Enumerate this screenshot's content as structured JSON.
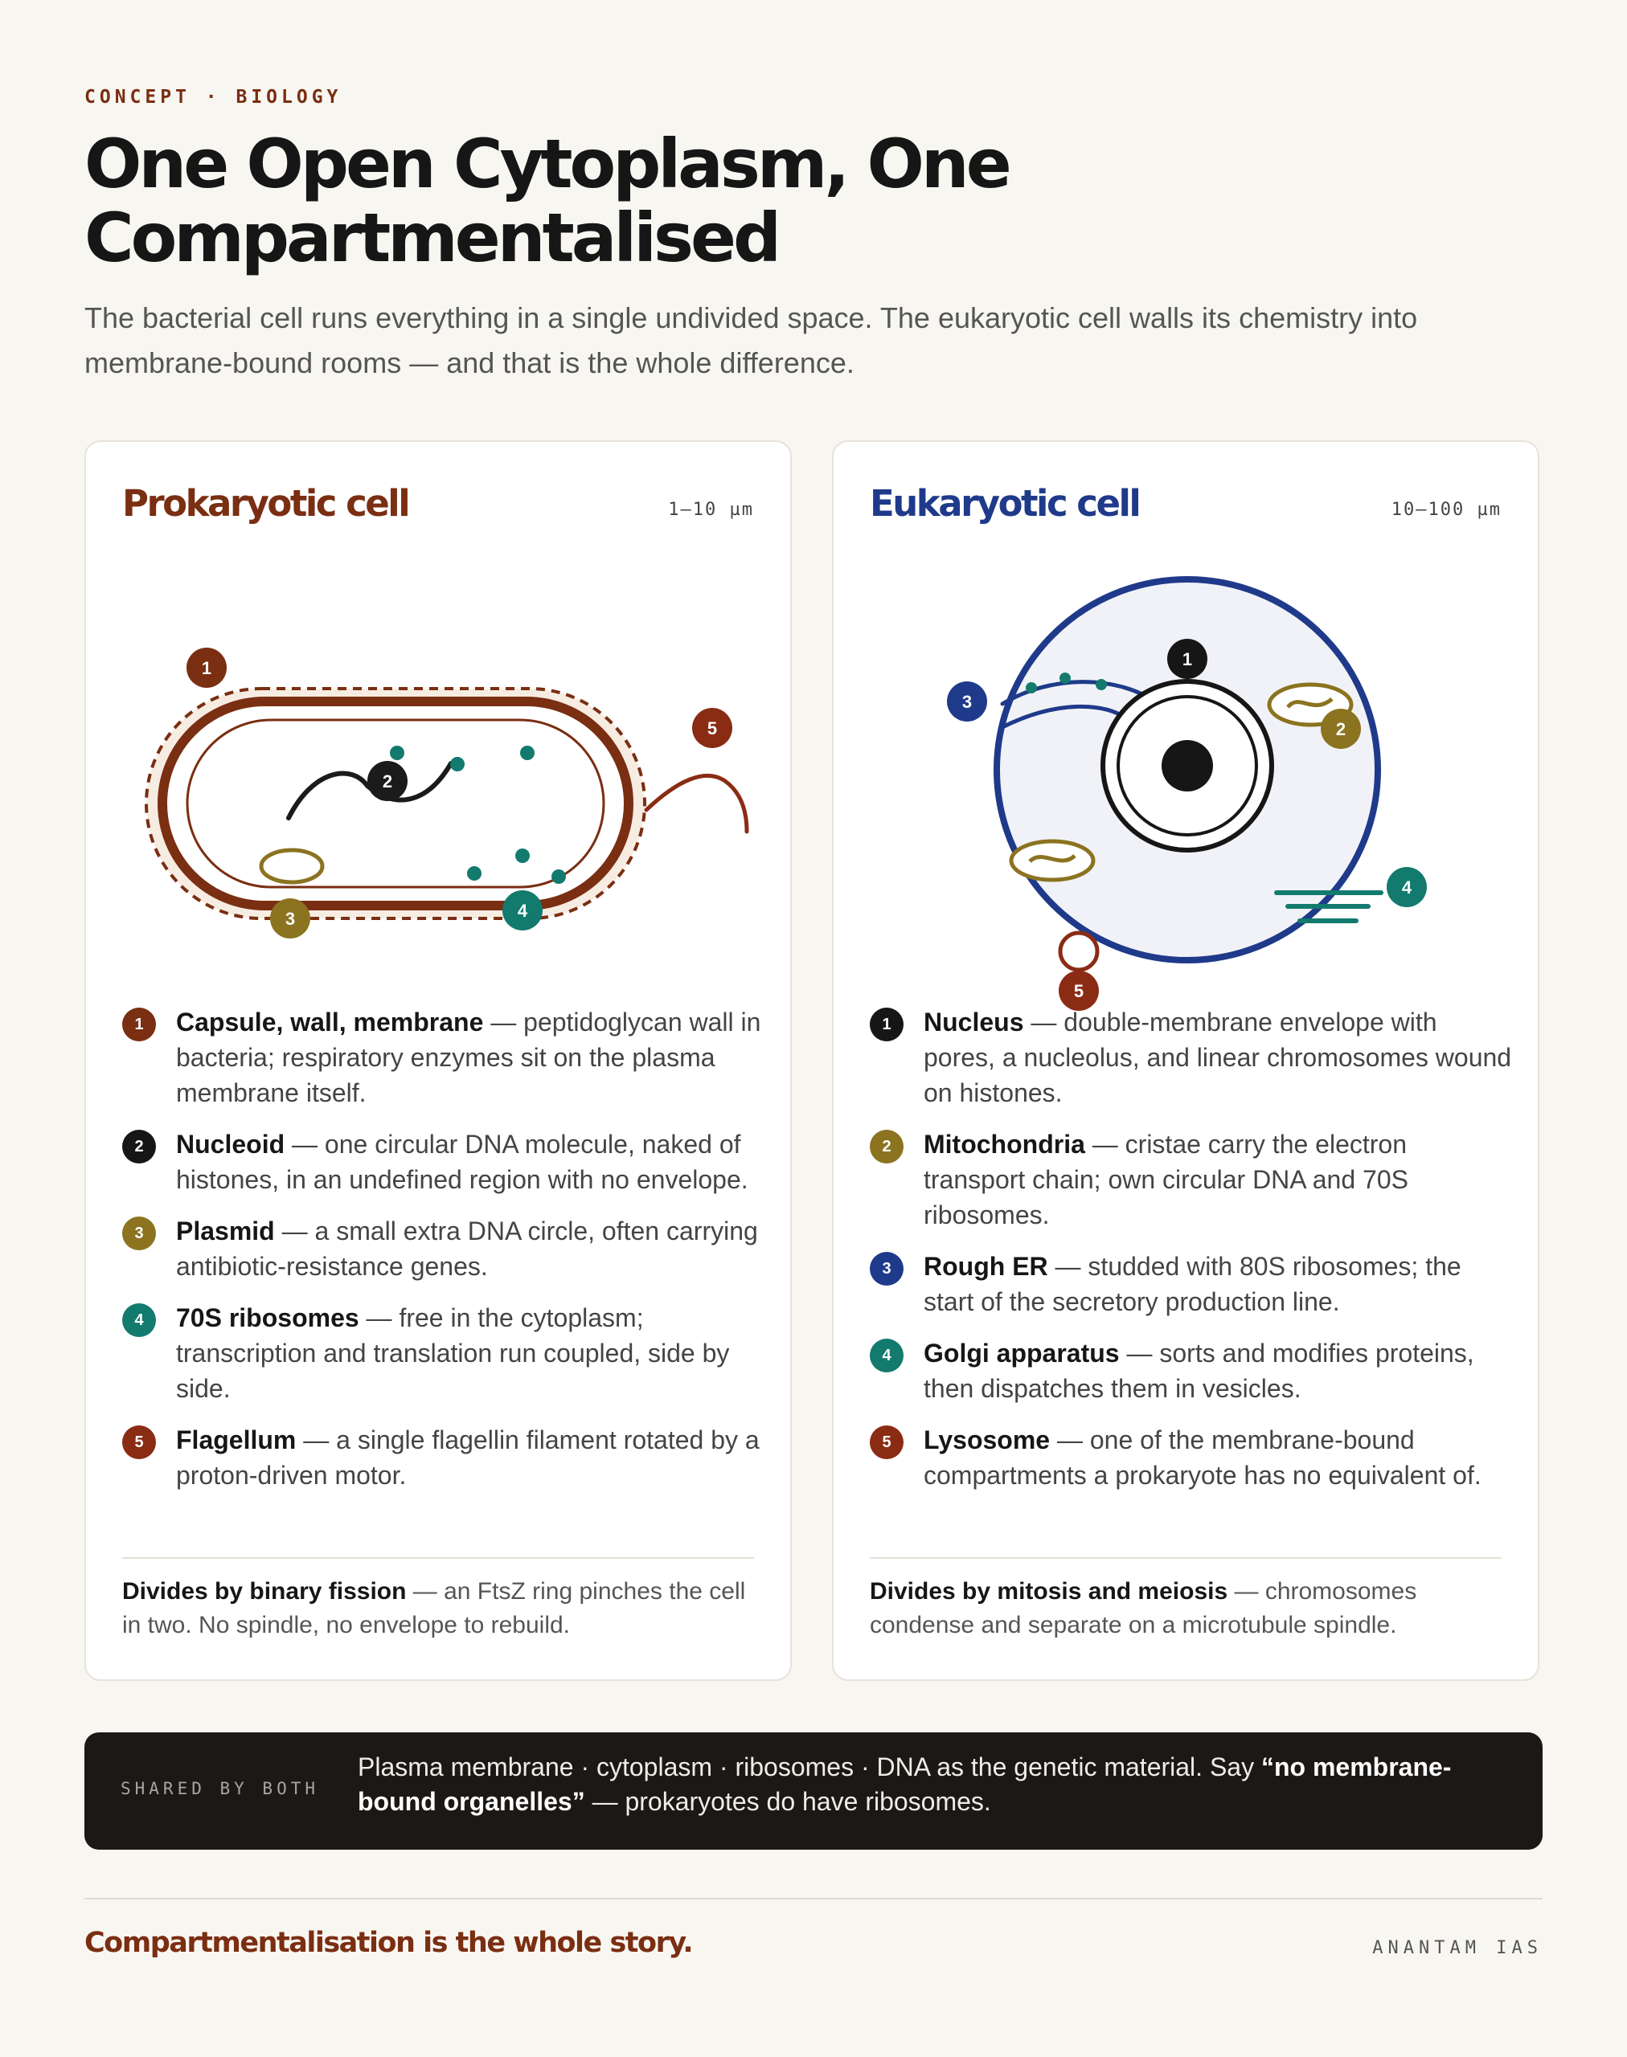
{
  "header": {
    "kicker": "CONCEPT · BIOLOGY",
    "title_line1": "One Open Cytoplasm, One",
    "title_line2": "Compartmentalised",
    "subtitle": "The bacterial cell runs everything in a single undivided space. The eukaryotic cell walls its chemistry into membrane-bound rooms — and that is the whole difference."
  },
  "colors": {
    "brown": "#7a2e12",
    "black": "#161616",
    "olive": "#8b7320",
    "teal": "#137a6e",
    "navy": "#1f3a8a",
    "red": "#8a2c14"
  },
  "prokaryote": {
    "title": "Prokaryotic cell",
    "size": "1–10 µm",
    "markers": [
      "1",
      "2",
      "3",
      "4",
      "5"
    ],
    "legend": [
      {
        "num": "1",
        "name": "Capsule, wall, membrane",
        "desc": " — peptidoglycan wall in bacteria; respiratory enzymes sit on the plasma membrane itself.",
        "color": "#7a2e12"
      },
      {
        "num": "2",
        "name": "Nucleoid",
        "desc": " — one circular DNA molecule, naked of histones, in an undefined region with no envelope.",
        "color": "#161616"
      },
      {
        "num": "3",
        "name": "Plasmid",
        "desc": " — a small extra DNA circle, often carrying antibiotic-resistance genes.",
        "color": "#8b7320"
      },
      {
        "num": "4",
        "name": "70S ribosomes",
        "desc": " — free in the cytoplasm; transcription and translation run coupled, side by side.",
        "color": "#137a6e"
      },
      {
        "num": "5",
        "name": "Flagellum",
        "desc": " — a single flagellin filament rotated by a proton-driven motor.",
        "color": "#8a2c14"
      }
    ],
    "foot_bold": "Divides by binary fission",
    "foot_text": " — an FtsZ ring pinches the cell in two. No spindle, no envelope to rebuild."
  },
  "eukaryote": {
    "title": "Eukaryotic cell",
    "size": "10–100 µm",
    "markers": [
      "1",
      "2",
      "3",
      "4",
      "5"
    ],
    "legend": [
      {
        "num": "1",
        "name": "Nucleus",
        "desc": " — double-membrane envelope with pores, a nucleolus, and linear chromosomes wound on histones.",
        "color": "#161616"
      },
      {
        "num": "2",
        "name": "Mitochondria",
        "desc": " — cristae carry the electron transport chain; own circular DNA and 70S ribosomes.",
        "color": "#8b7320"
      },
      {
        "num": "3",
        "name": "Rough ER",
        "desc": " — studded with 80S ribosomes; the start of the secretory production line.",
        "color": "#1f3a8a"
      },
      {
        "num": "4",
        "name": "Golgi apparatus",
        "desc": " — sorts and modifies proteins, then dispatches them in vesicles.",
        "color": "#137a6e"
      },
      {
        "num": "5",
        "name": "Lysosome",
        "desc": " — one of the membrane-bound compartments a prokaryote has no equivalent of.",
        "color": "#8a2c14"
      }
    ],
    "foot_bold": "Divides by mitosis and meiosis",
    "foot_text": " — chromosomes condense and separate on a microtubule spindle."
  },
  "shared": {
    "label": "SHARED BY BOTH",
    "text": "Plasma membrane · cytoplasm · ribosomes · DNA as the genetic material. Say ",
    "bold": "“no membrane-bound organelles”",
    "text_end": " — prokaryotes do have ribosomes."
  },
  "footer": {
    "tagline": "Compartmentalisation is the whole story.",
    "brand": "ANANTAM IAS"
  }
}
